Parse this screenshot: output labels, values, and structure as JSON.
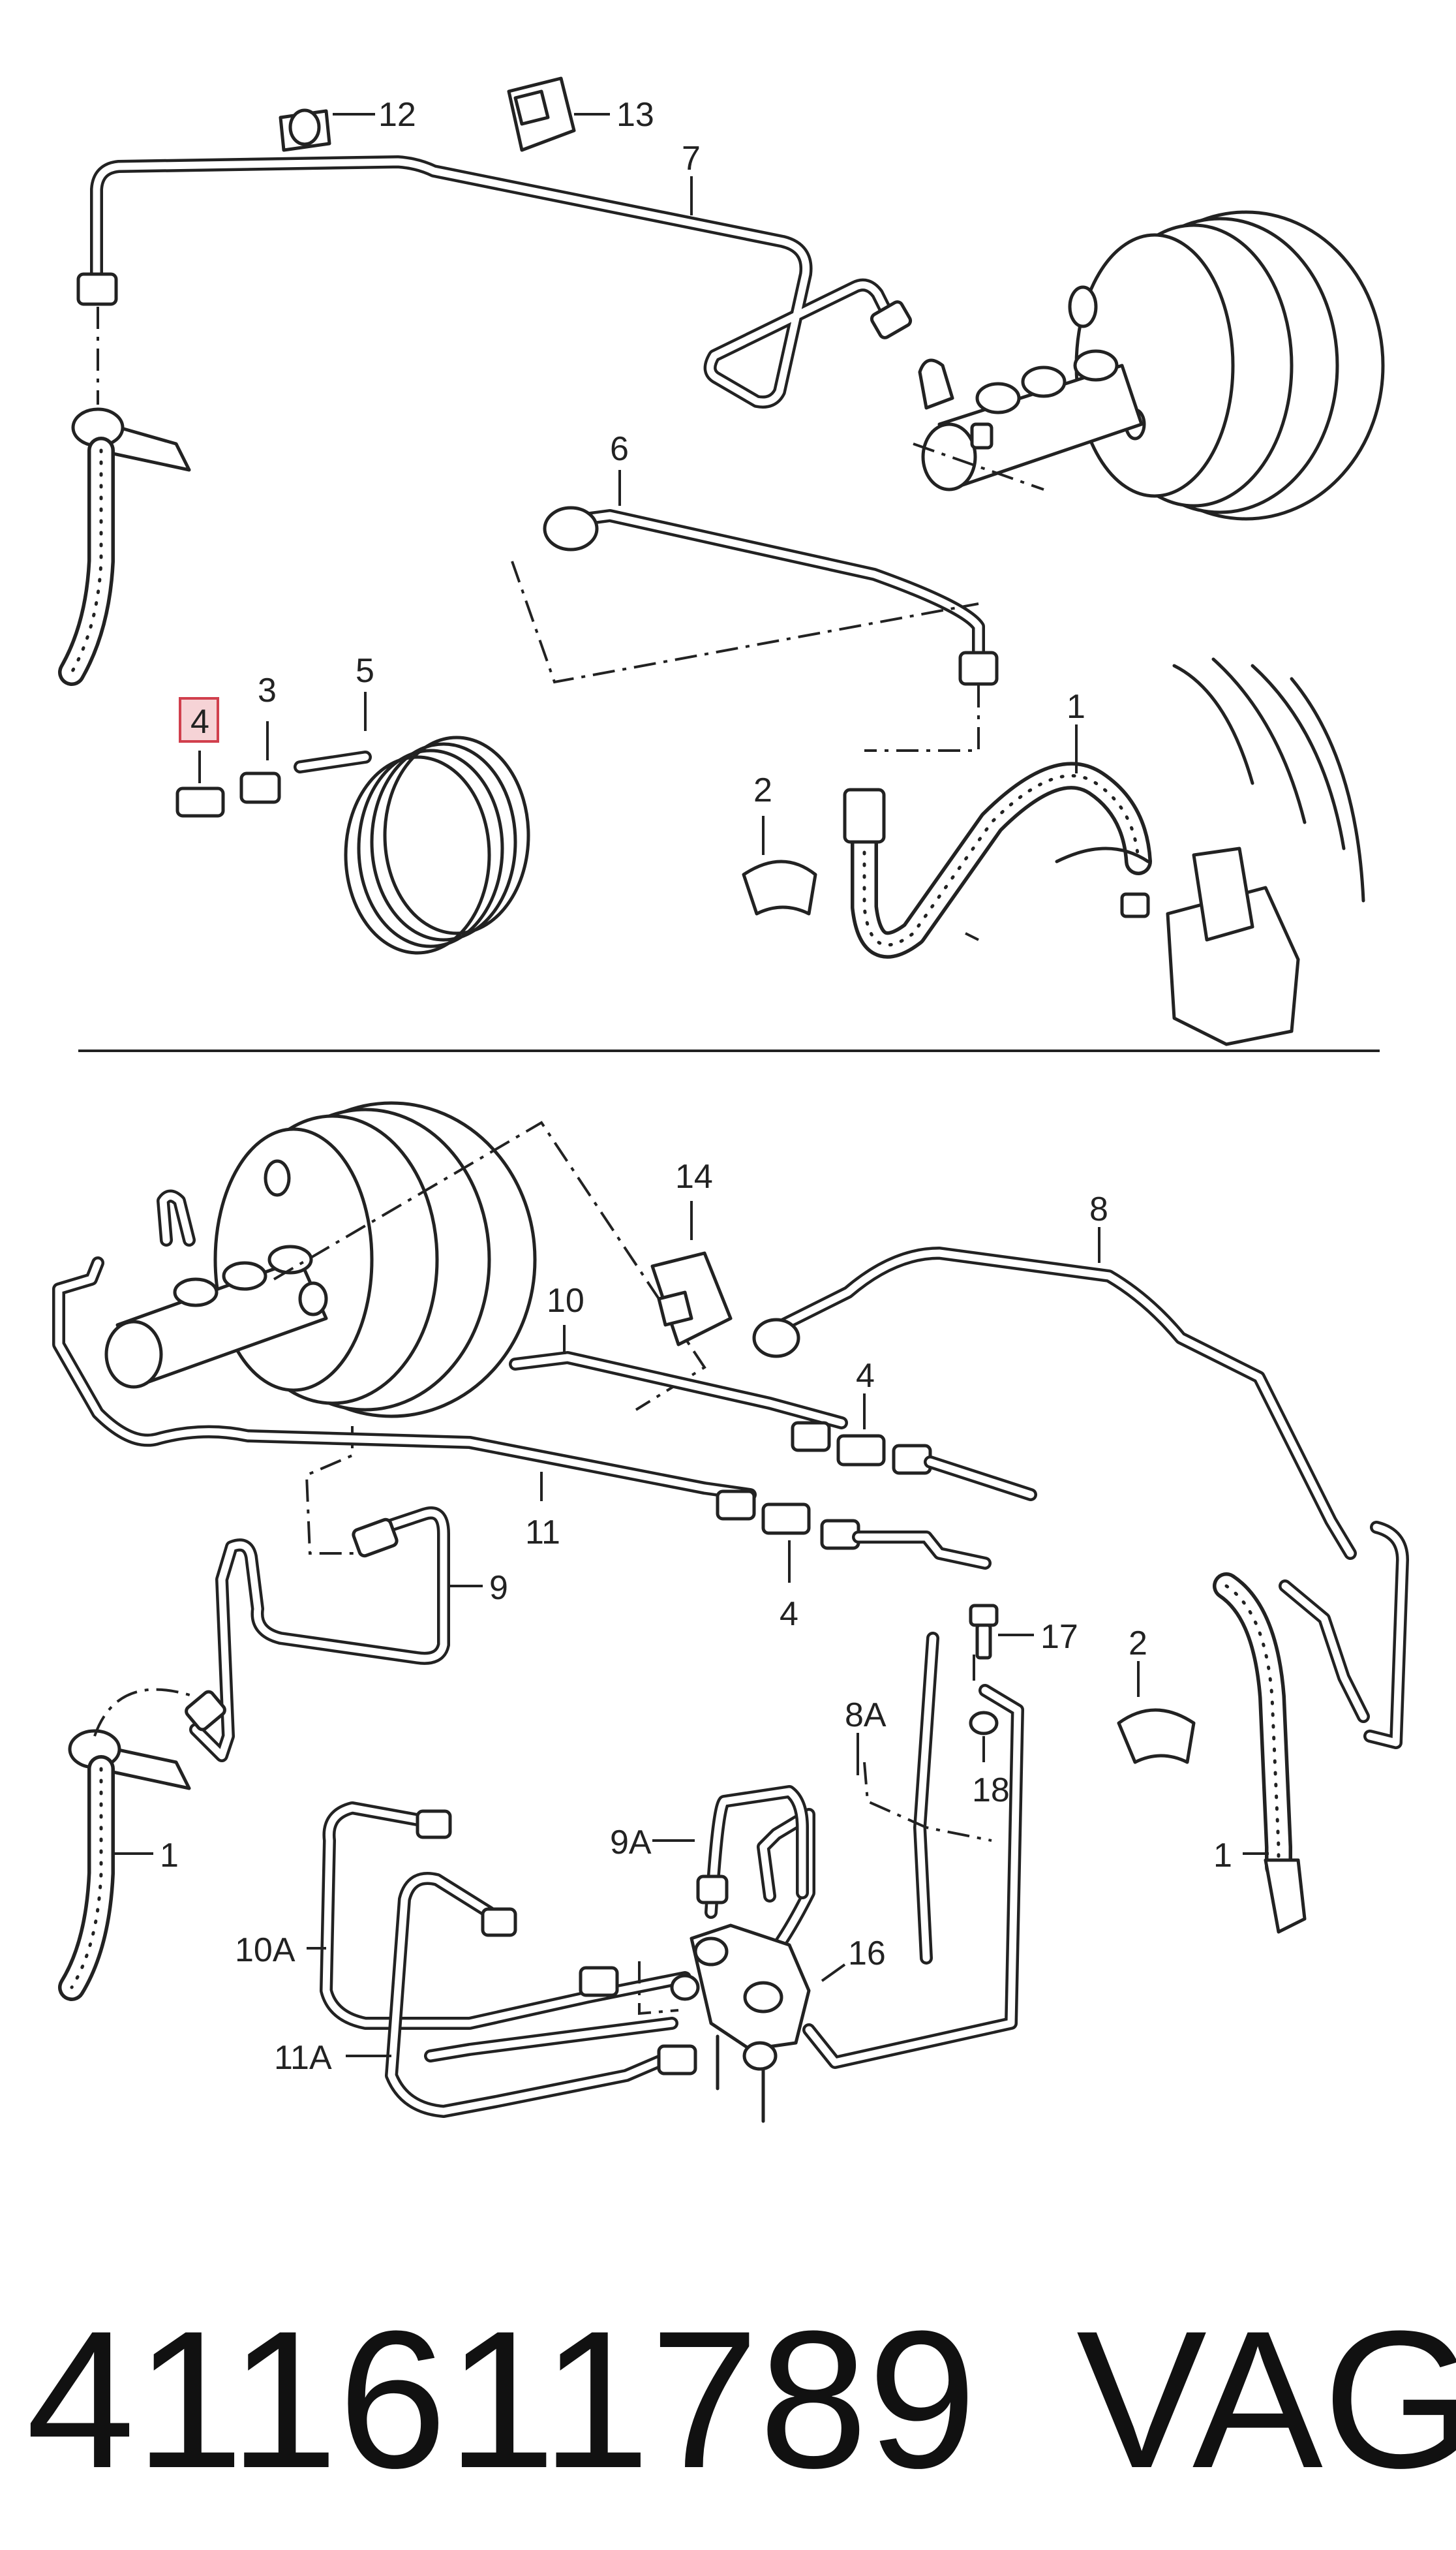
{
  "diagram": {
    "callouts_top": [
      "12",
      "13",
      "7",
      "6",
      "5",
      "4",
      "3",
      "2",
      "1"
    ],
    "callouts_bottom": [
      "14",
      "8",
      "10",
      "4",
      "11",
      "4",
      "9",
      "2",
      "17",
      "8A",
      "9A",
      "18",
      "1",
      "1",
      "10A",
      "16",
      "11A"
    ],
    "highlighted_callout": "4",
    "highlight_color": "#d1404d",
    "highlight_fill": "#f6d3d6"
  },
  "footer": {
    "part_number": "411611789",
    "brand": "VAG"
  }
}
